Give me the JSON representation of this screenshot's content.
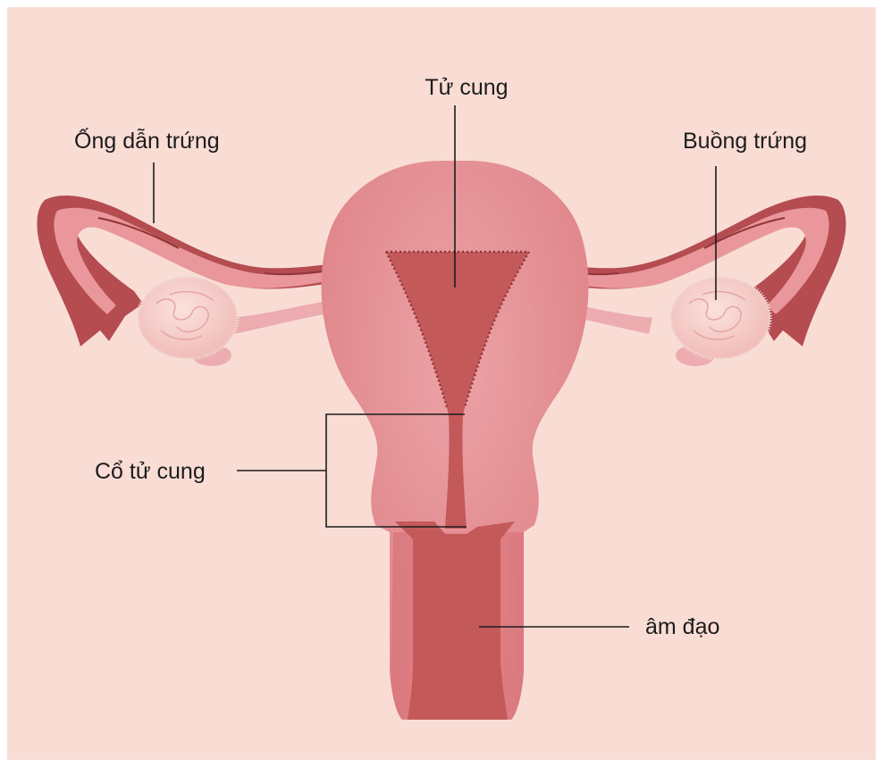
{
  "labels": {
    "uterus": "Tử  cung",
    "fallopian_tube": "Ống dẫn trứng",
    "ovary": "Buồng trứng",
    "cervix": "Cổ tử cung",
    "vagina": "âm đạo"
  },
  "colors": {
    "background": "#f9ddd5",
    "page_border": "#ffffff",
    "tissue": "#e6888c",
    "tissue_dark": "#c25a5c",
    "cavity": "#c4595a",
    "tube": "#b44c50",
    "tube_light": "#e9979a",
    "ovary": "#f6c9c6",
    "ligament": "#ecacb0",
    "label_text": "#1c1c1c"
  }
}
